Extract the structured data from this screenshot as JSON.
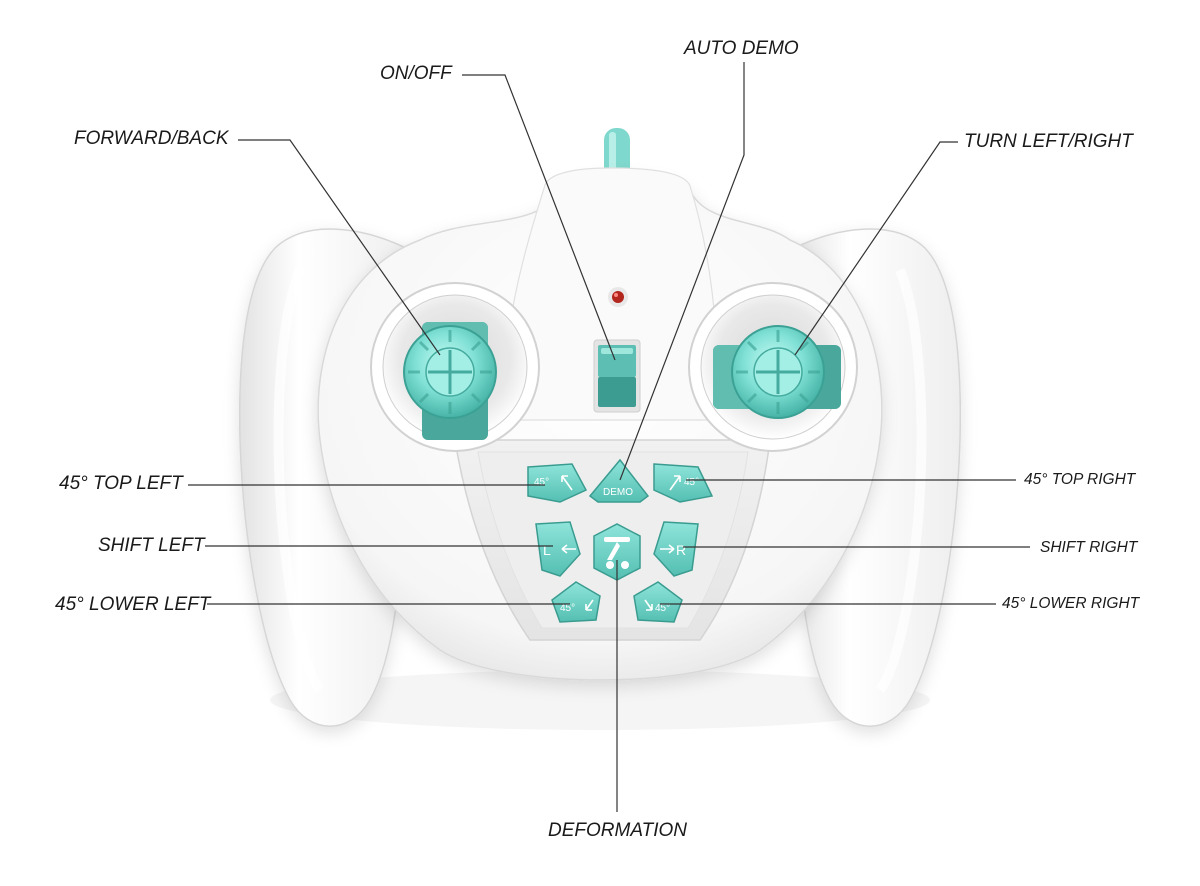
{
  "labels": {
    "auto_demo": "AUTO DEMO",
    "on_off": "ON/OFF",
    "forward_back": "FORWARD/BACK",
    "turn_left_right": "TURN LEFT/RIGHT",
    "top_left_45": "45° TOP LEFT",
    "top_right_45": "45° TOP RIGHT",
    "shift_left": "SHIFT LEFT",
    "shift_right": "SHIFT RIGHT",
    "lower_left_45": "45° LOWER LEFT",
    "lower_right_45": "45° LOWER RIGHT",
    "deformation": "DEFORMATION"
  },
  "buttons": {
    "top_left": "45°",
    "demo": "DEMO",
    "top_right": "45°",
    "left": "L",
    "right": "R",
    "lower_left": "45°",
    "lower_right": "45°"
  },
  "colors": {
    "accent": "#6dd3c8",
    "accent_dark": "#3a9c90",
    "body": "#f7f7f7",
    "indicator_led": "#b3261e"
  }
}
